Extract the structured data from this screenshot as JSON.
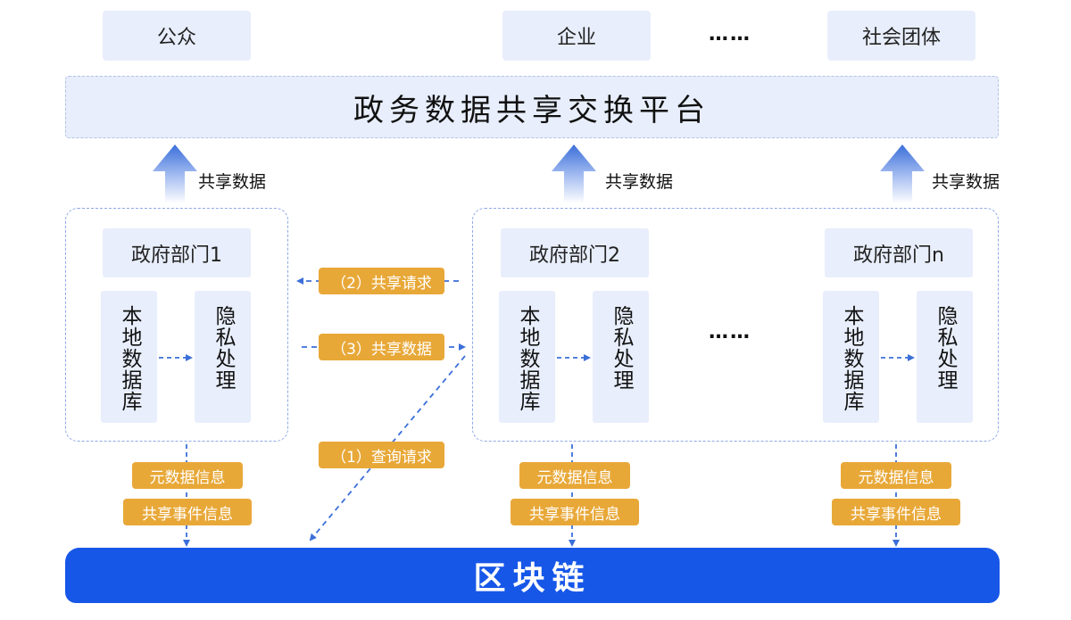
{
  "top": {
    "public": "公众",
    "enterprise": "企业",
    "ellipsis": "……",
    "social_group": "社会团体"
  },
  "platform": {
    "title": "政务数据共享交换平台"
  },
  "up_arrows": [
    {
      "label": "共享数据"
    },
    {
      "label": "共享数据"
    },
    {
      "label": "共享数据"
    }
  ],
  "departments": [
    {
      "title": "政府部门1",
      "db_label": "本地数据库",
      "privacy_label": "隐私处理"
    },
    {
      "title": "政府部门2",
      "db_label": "本地数据库",
      "privacy_label": "隐私处理"
    },
    {
      "title": "政府部门n",
      "db_label": "本地数据库",
      "privacy_label": "隐私处理"
    }
  ],
  "dept_ellipsis": "……",
  "flows": {
    "share_request": "（2）共享请求",
    "share_data": "（3）共享数据",
    "query_request": "（1）查询请求"
  },
  "meta_tags": [
    {
      "metadata": "元数据信息",
      "event": "共享事件信息"
    },
    {
      "metadata": "元数据信息",
      "event": "共享事件信息"
    },
    {
      "metadata": "元数据信息",
      "event": "共享事件信息"
    }
  ],
  "blockchain": {
    "title": "区块链"
  },
  "colors": {
    "light_box": "#e8eefb",
    "arrow_blue": "#3b6fd9",
    "tag_orange": "#e8a838",
    "chain_blue": "#1757e8"
  }
}
